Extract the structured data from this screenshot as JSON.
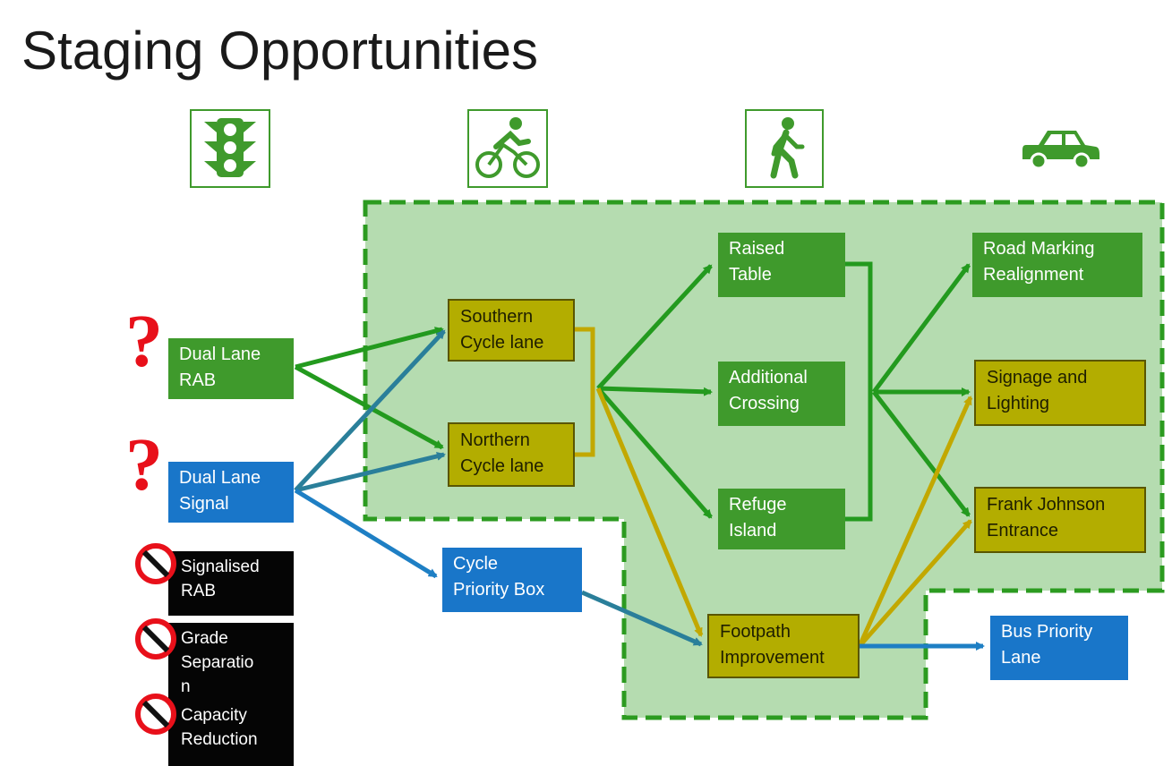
{
  "title": "Staging Opportunities",
  "header_icons": [
    "traffic-light-icon",
    "bicycle-icon",
    "pedestrian-icon",
    "car-icon"
  ],
  "options": {
    "dual_lane_rab": "Dual Lane\nRAB",
    "dual_lane_signal": "Dual Lane\nSignal",
    "question_mark": "?",
    "signalised_rab": "Signalised\nRAB",
    "grade_separation": "Grade\nSeparatio\nn",
    "capacity_reduction": "Capacity\nReduction"
  },
  "stage1": {
    "southern_cycle_lane": "Southern\nCycle lane",
    "northern_cycle_lane": "Northern\nCycle lane",
    "cycle_priority_box": "Cycle\nPriority Box"
  },
  "stage2": {
    "raised_table": "Raised\nTable",
    "additional_crossing": "Additional\nCrossing",
    "refuge_island": "Refuge\nIsland",
    "footpath_improvement": "Footpath\nImprovement"
  },
  "stage3": {
    "road_marking_realignment": "Road Marking\nRealignment",
    "signage_and_lighting": "Signage and\nLighting",
    "frank_johnson_entrance": "Frank Johnson\nEntrance",
    "bus_priority_lane": "Bus Priority\nLane"
  },
  "colors": {
    "green": "#3f9a2c",
    "olive": "#b3ad00",
    "blue": "#1976c9",
    "region_fill": "#b5dcb0",
    "red": "#e8101a",
    "black": "#050505"
  }
}
